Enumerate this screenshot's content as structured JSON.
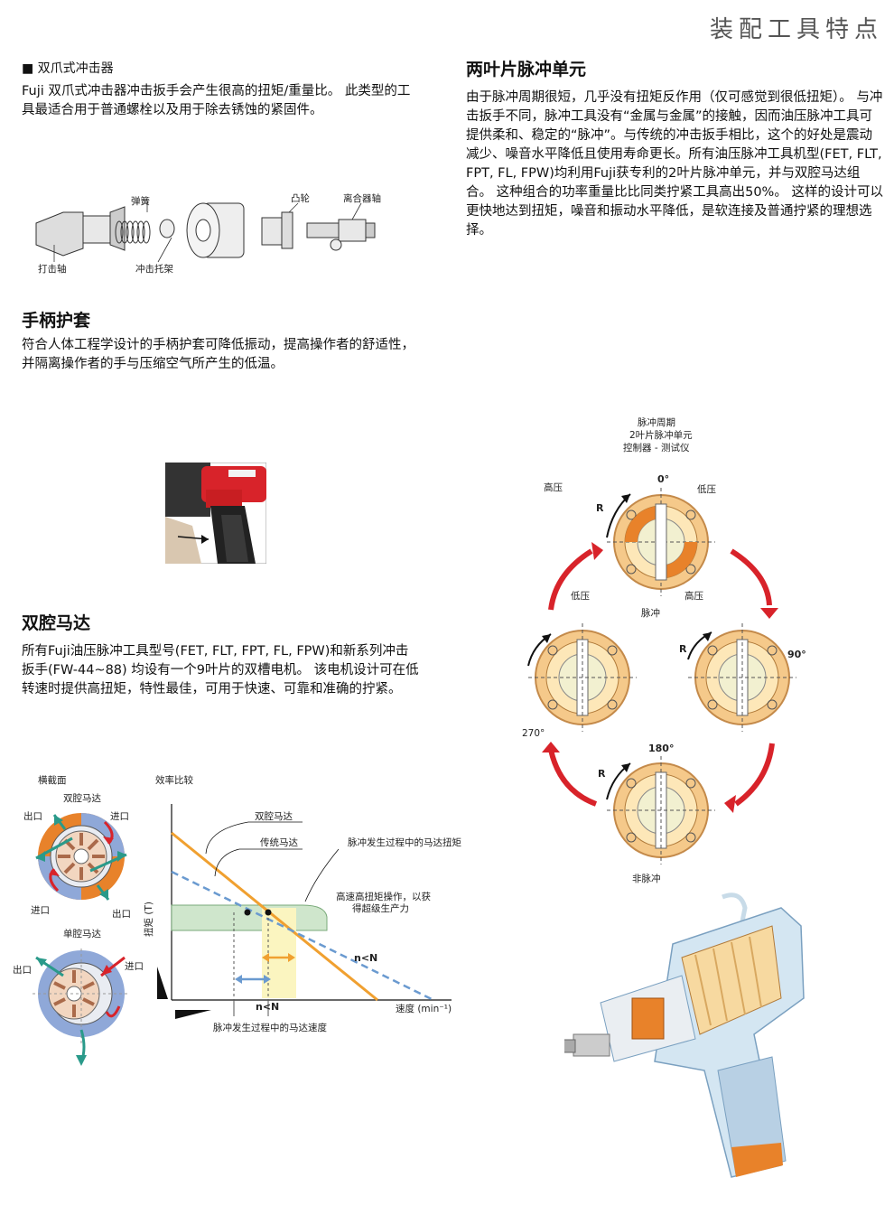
{
  "page_title": "装配工具特点",
  "claw": {
    "heading": "■ 双爪式冲击器",
    "body": "Fuji 双爪式冲击器冲击扳手会产生很高的扭矩/重量比。 此类型的工具最适合用于普通螺栓以及用于除去锈蚀的紧固件。",
    "labels": {
      "spring": "弹簧",
      "cam": "凸轮",
      "clutch_shaft": "离合器轴",
      "anvil": "打击轴",
      "hammer_cage": "冲击托架"
    }
  },
  "grip": {
    "heading": "手柄护套",
    "body": "符合人体工程学设计的手柄护套可降低振动，提高操作者的舒适性，并隔离操作者的手与压缩空气所产生的低温。"
  },
  "motor": {
    "heading": "双腔马达",
    "body": "所有Fuji油压脉冲工具型号(FET, FLT, FPT, FL, FPW)和新系列冲击扳手(FW-44~88) 均设有一个9叶片的双槽电机。 该电机设计可在低转速时提供高扭矩，特性最佳，可用于快速、可靠和准确的拧紧。"
  },
  "pulse": {
    "heading": "两叶片脉冲单元",
    "body": "由于脉冲周期很短，几乎没有扭矩反作用（仅可感觉到很低扭矩）。 与冲击扳手不同，脉冲工具没有“金属与金属”的接触，因而油压脉冲工具可提供柔和、稳定的“脉冲”。与传统的冲击扳手相比，这个的好处是震动减少、噪音水平降低且使用寿命更长。所有油压脉冲工具机型(FET, FLT, FPT, FL, FPW)均利用Fuji获专利的2叶片脉冲单元，并与双腔马达组合。 这种组合的功率重量比比同类拧紧工具高出50%。 这样的设计可以更快地达到扭矩，噪音和振动水平降低，是软连接及普通拧紧的理想选择。"
  },
  "cycle": {
    "caption": [
      "脉冲周期",
      "2叶片脉冲单元",
      "控制器 - 测试仪"
    ],
    "high_pressure": "高压",
    "low_pressure": "低压",
    "pulse": "脉冲",
    "no_pulse": "非脉冲",
    "r": "R",
    "angles": [
      "0°",
      "90°",
      "180°",
      "270°"
    ]
  },
  "cross": {
    "title": "横截面",
    "twin": "双腔马达",
    "single": "单腔马达",
    "outlet": "出口",
    "inlet": "进口"
  },
  "chart_data": {
    "type": "line",
    "title": "效率比较",
    "ylabel": "扭矩 (T)",
    "xlabel": "速度 (min⁻¹)",
    "series": [
      {
        "name": "双腔马达"
      },
      {
        "name": "传统马达"
      }
    ],
    "annotations": {
      "motor_torque": "脉冲发生过程中的马达扭矩",
      "high_speed": [
        "高速高扭矩操作，以获",
        "得超级生产力"
      ],
      "n_lt_n": "n<N",
      "motor_speed": "脉冲发生过程中的马达速度"
    }
  },
  "colors": {
    "orange": "#e8822a",
    "peach": "#f5c98a",
    "red": "#d8232a",
    "blue": "#8fa8d8",
    "green": "#2a9a8a",
    "chart_orange": "#f0a030",
    "chart_blue": "#6a9ad0"
  }
}
